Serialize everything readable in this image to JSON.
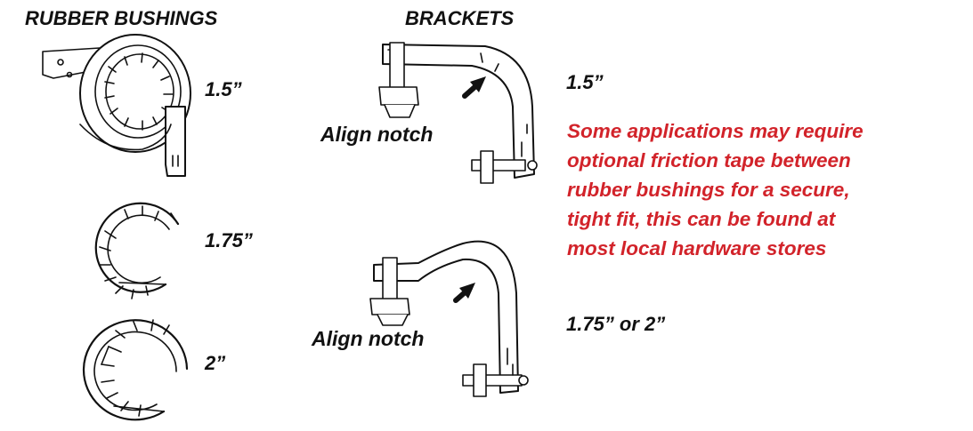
{
  "headers": {
    "bushings": "RUBBER BUSHINGS",
    "brackets": "BRACKETS"
  },
  "bushing_sizes": [
    "1.5”",
    "1.75”",
    "2”"
  ],
  "bracket_sizes": [
    "1.5”",
    "1.75” or 2”"
  ],
  "align_labels": [
    "Align notch",
    "Align notch"
  ],
  "note_lines": [
    "Some applications may require",
    "optional friction tape between",
    "rubber bushings for a secure,",
    "tight fit, this can be found at",
    "most local hardware stores"
  ],
  "colors": {
    "note": "#d2232a",
    "ink": "#111111"
  }
}
